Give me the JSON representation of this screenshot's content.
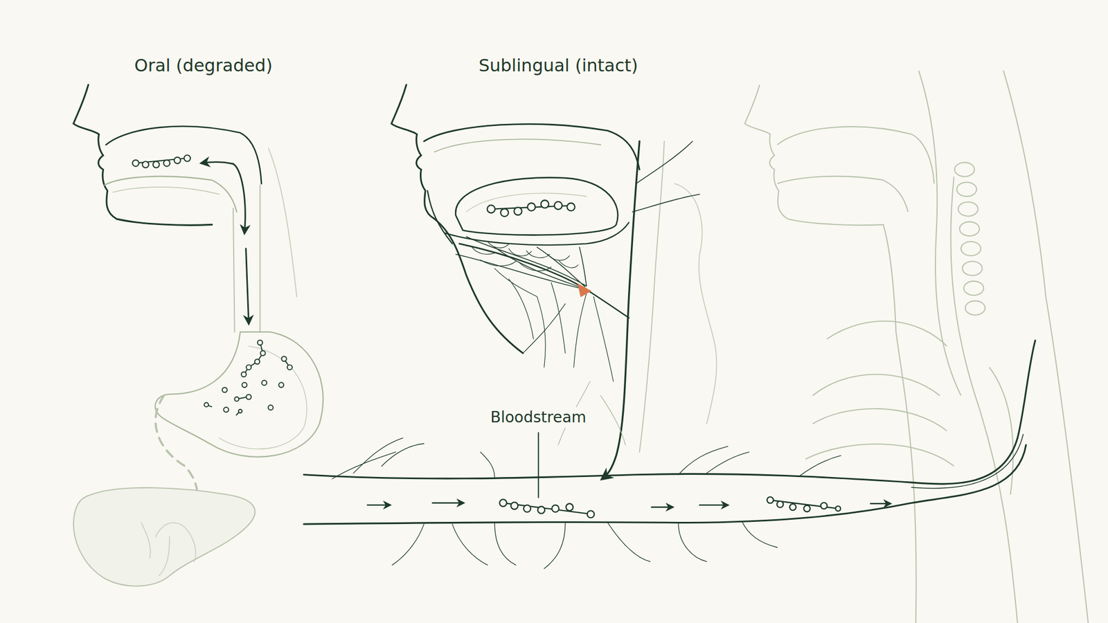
{
  "diagram": {
    "labels": [
      "Oral (degraded)",
      "Sublingual (intact)",
      "Bloodstream"
    ]
  }
}
